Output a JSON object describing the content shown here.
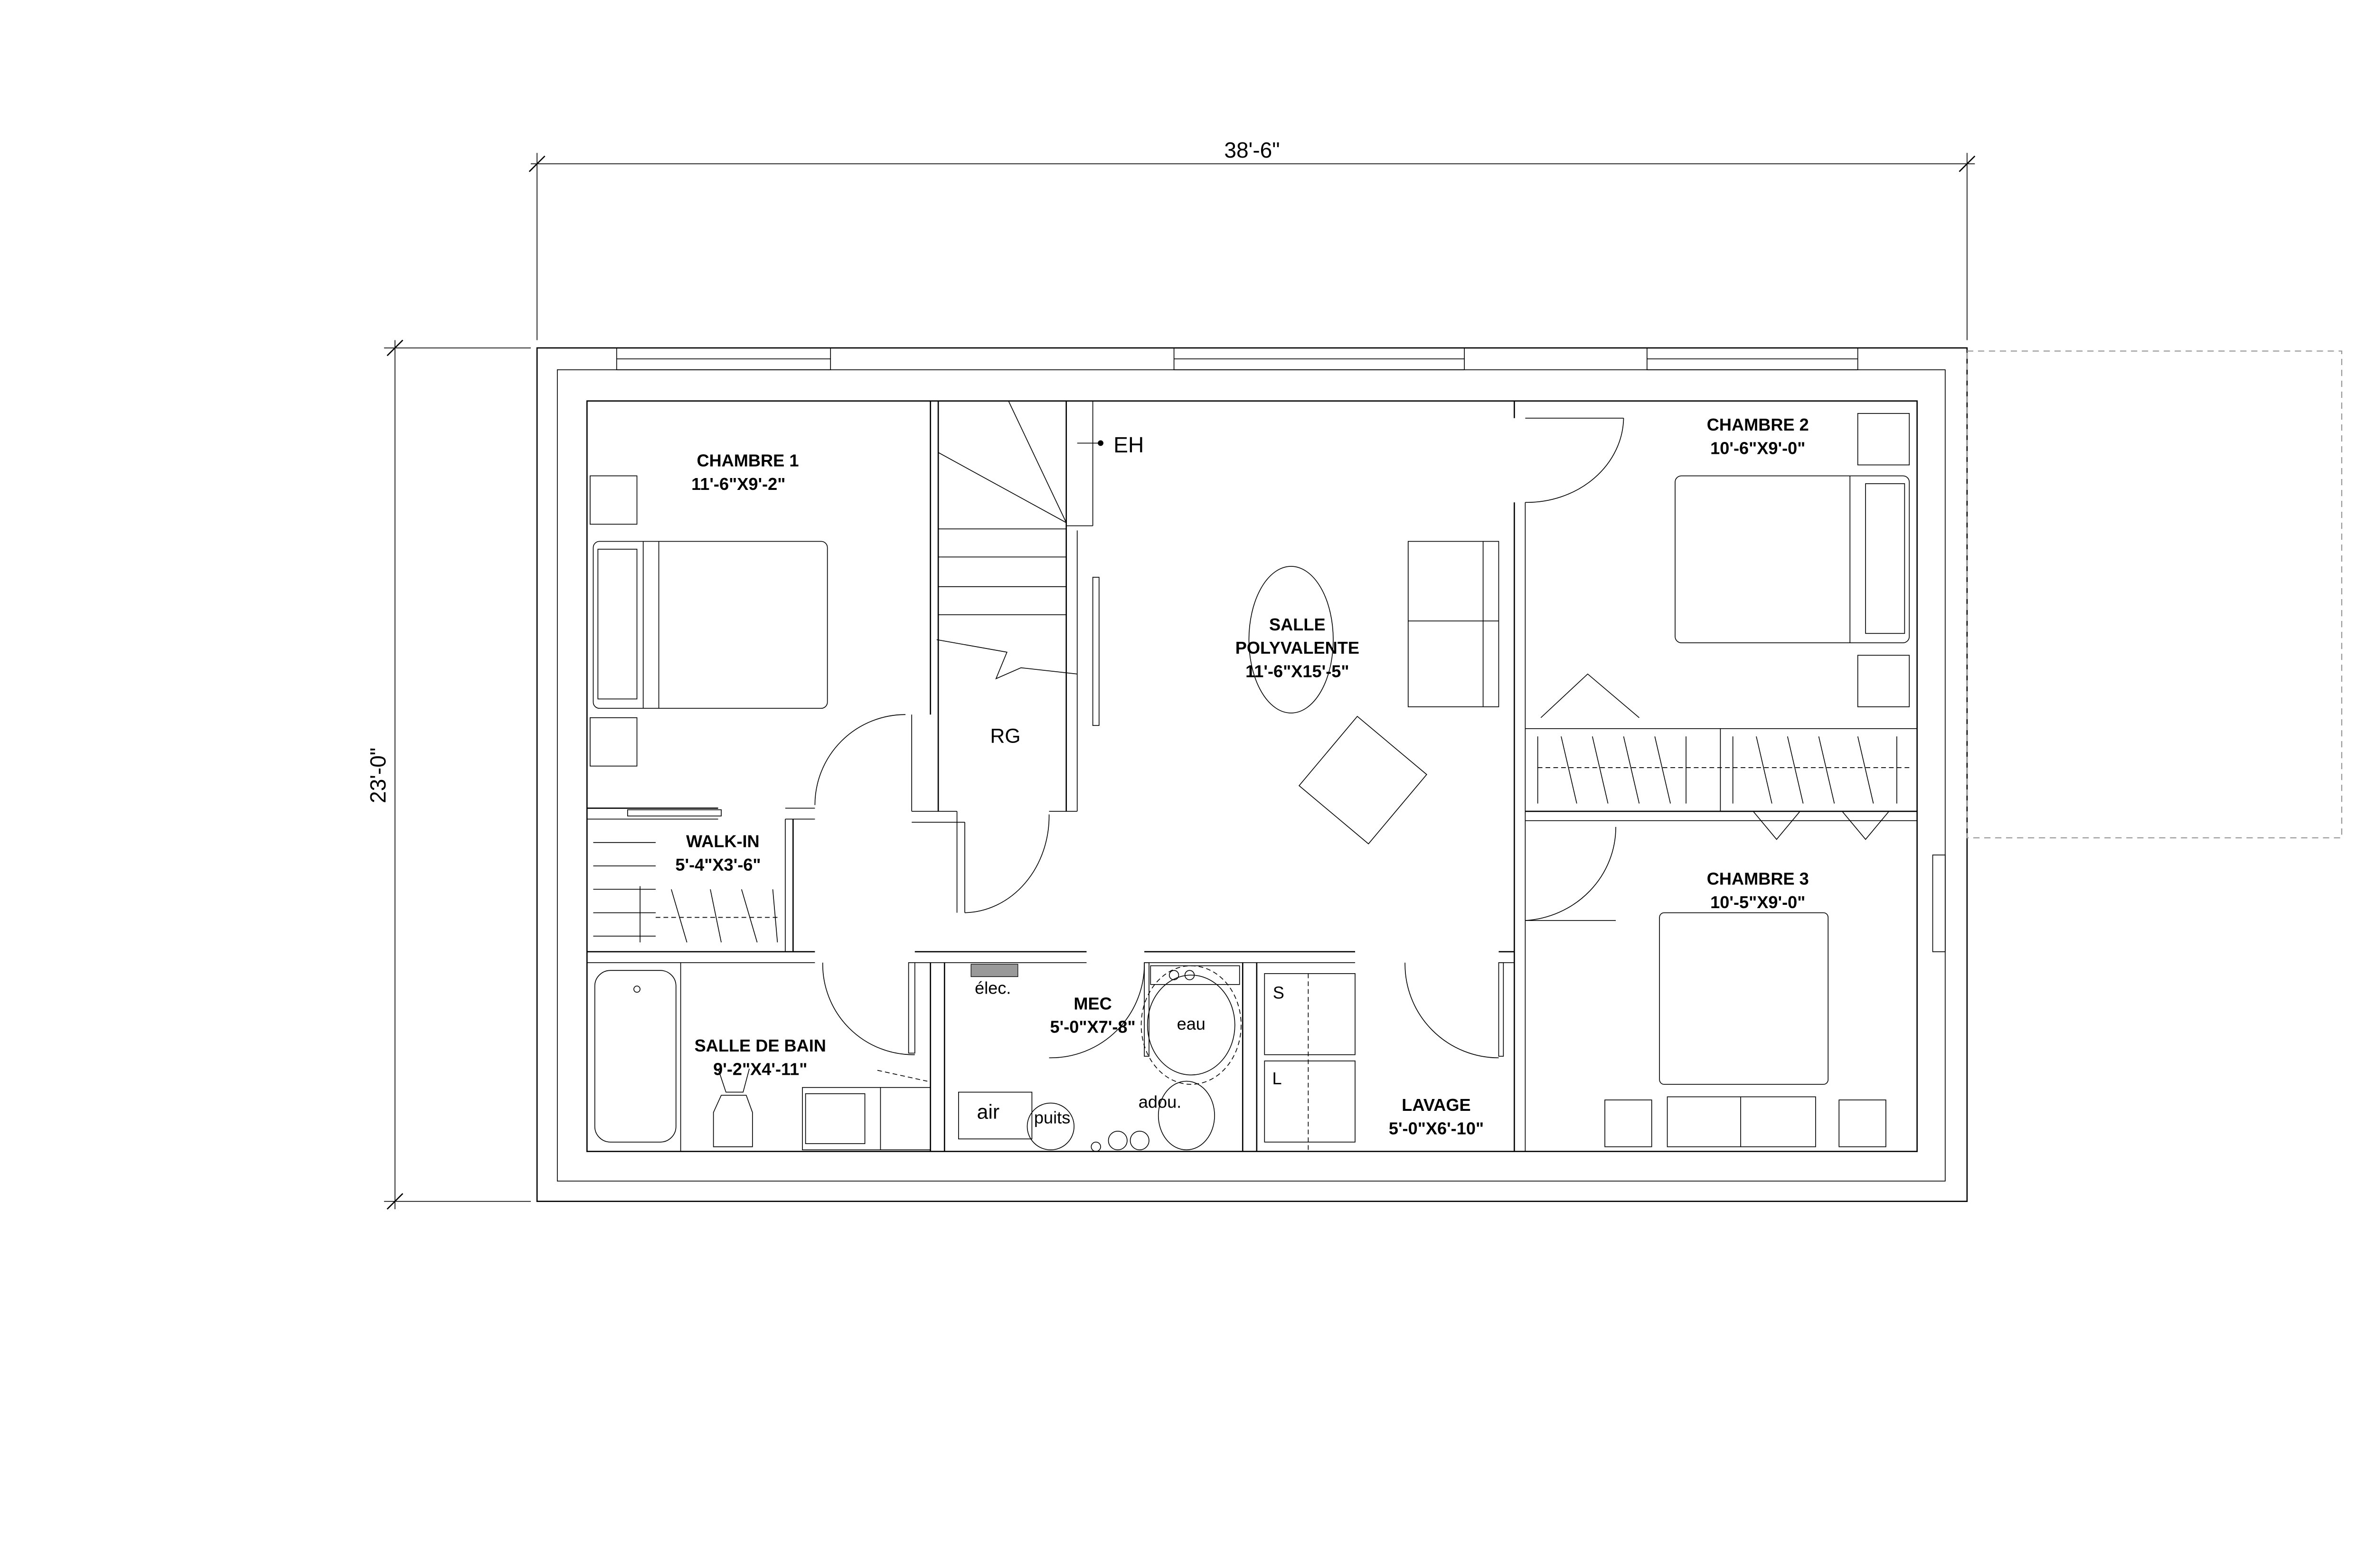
{
  "dimensions": {
    "width": "38'-6\"",
    "height": "23'-0\""
  },
  "rooms": {
    "chambre1": {
      "name": "CHAMBRE 1",
      "size": "11'-6\"X9'-2\""
    },
    "chambre2": {
      "name": "CHAMBRE 2",
      "size": "10'-6\"X9'-0\""
    },
    "chambre3": {
      "name": "CHAMBRE 3",
      "size": "10'-5\"X9'-0\""
    },
    "salle": {
      "name1": "SALLE",
      "name2": "POLYVALENTE",
      "size": "11'-6\"X15'-5\""
    },
    "walkin": {
      "name": "WALK-IN",
      "size": "5'-4\"X3'-6\""
    },
    "bain": {
      "name": "SALLE DE BAIN",
      "size": "9'-2\"X4'-11\""
    },
    "mec": {
      "name": "MEC",
      "size": "5'-0\"X7'-8\""
    },
    "lavage": {
      "name": "LAVAGE",
      "size": "5'-0\"X6'-10\""
    }
  },
  "annotations": {
    "eh": "EH",
    "rg": "RG",
    "elec": "élec.",
    "eau": "eau",
    "air": "air",
    "puits": "puits",
    "adou": "adou.",
    "sécheuse": "S",
    "laveuse": "L"
  }
}
